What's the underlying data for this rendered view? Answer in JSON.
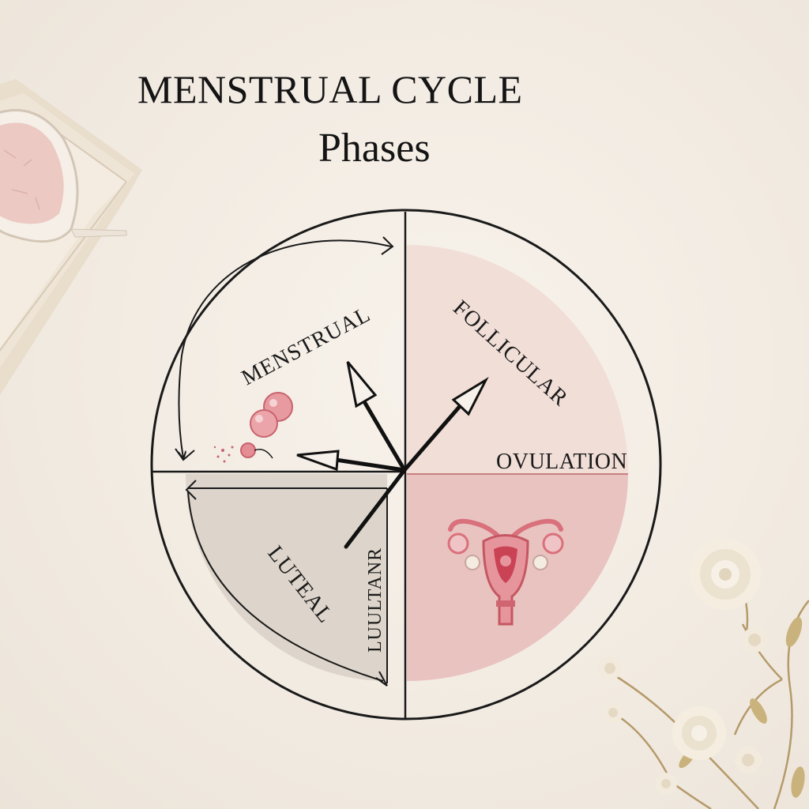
{
  "title": {
    "line1": "MENSTRUAL CYCLE",
    "line2": "Phases"
  },
  "phases": {
    "menstrual": "MENSTRUAL",
    "follicular": "FOLLICULAR",
    "ovulation": "OVULATION",
    "luteal": "LUTEAL",
    "luteal_inner": "LUULTANR"
  },
  "colors": {
    "background": "#f3ede4",
    "follicular_fill": "#f0dcd6",
    "ovulation_fill": "#e9c3c0",
    "luteal_fill": "#ddd5cb",
    "outline": "#1a1a1a",
    "accent_pink": "#d9717c"
  },
  "icons": [
    "uterus-icon",
    "egg-cells-icon",
    "flower-decoration",
    "compact-mirror-decoration"
  ]
}
